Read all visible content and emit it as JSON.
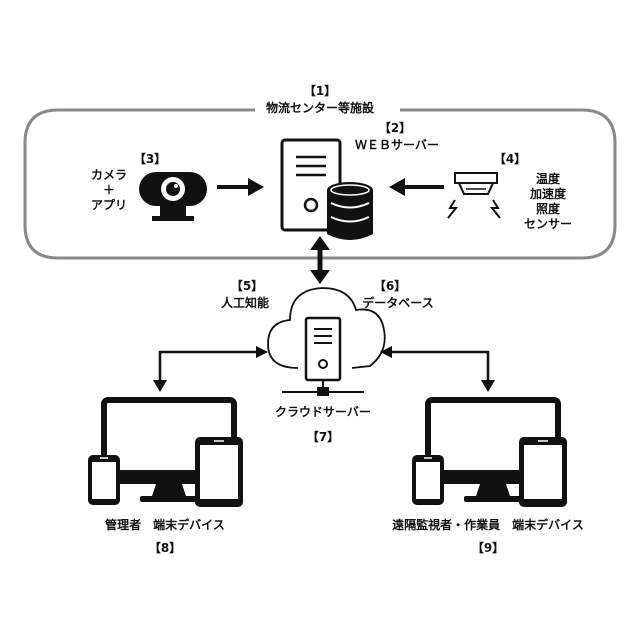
{
  "facility": {
    "number": "【1】",
    "title": "物流センター等施設"
  },
  "web_server": {
    "number": "【2】",
    "label": "ＷＥＢサーバー"
  },
  "camera": {
    "number": "【3】",
    "label_lines": [
      "カメラ",
      "＋",
      "アプリ"
    ]
  },
  "sensor": {
    "number": "【4】",
    "label_lines": [
      "温度",
      "加速度",
      "照度",
      "センサー"
    ]
  },
  "ai": {
    "number": "【5】",
    "label": "人工知能"
  },
  "database": {
    "number": "【6】",
    "label": "データベース"
  },
  "cloud_server": {
    "label": "クラウドサーバー",
    "number": "【7】"
  },
  "manager_devices": {
    "label": "管理者　端末デバイス",
    "number": "【8】"
  },
  "worker_devices": {
    "label": "遠隔監視者・作業員　端末デバイス",
    "number": "【9】"
  },
  "icons": [
    "webcam-icon",
    "server-icon",
    "database-icon",
    "sensor-icon",
    "cloud-icon",
    "devices-icon",
    "arrow-icon"
  ]
}
